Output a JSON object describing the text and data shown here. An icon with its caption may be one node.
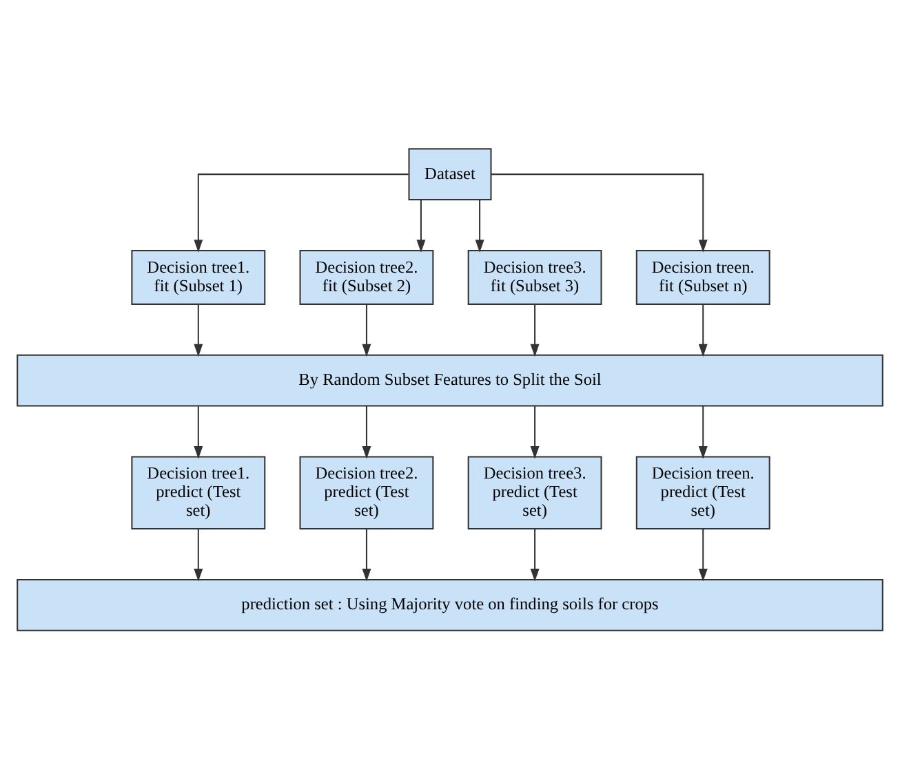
{
  "diagram": {
    "nodes": [
      {
        "text": [
          "Dataset"
        ]
      },
      {
        "text": [
          "Decision tree1. fit (Subset 1)"
        ]
      },
      {
        "text": [
          "Decision tree2. fit (Subset 2)"
        ]
      },
      {
        "text": [
          "Decision tree3. fit (Subset 3)"
        ]
      },
      {
        "text": [
          "Decision treen. fit (Subset n)"
        ]
      },
      {
        "text": [
          "By Random Subset Features to Split the Soil"
        ]
      },
      {
        "text": [
          "Decision tree1. predict (Test set)"
        ]
      },
      {
        "text": [
          "Decision tree2. predict (Test set)"
        ]
      },
      {
        "text": [
          "Decision tree3. predict (Test set)"
        ]
      },
      {
        "text": [
          "Decision treen. predict (Test set)"
        ]
      },
      {
        "text": [
          "prediction set : Using Majority vote on finding soils for crops"
        ]
      }
    ],
    "edges": [
      {
        "from": 0,
        "to": 1,
        "arrow": "to"
      },
      {
        "from": 0,
        "to": 2,
        "arrow": "to"
      },
      {
        "from": 0,
        "to": 3,
        "arrow": "to"
      },
      {
        "from": 0,
        "to": 4,
        "arrow": "to"
      },
      {
        "from": 1,
        "to": 5,
        "arrow": "to"
      },
      {
        "from": 2,
        "to": 5,
        "arrow": "to"
      },
      {
        "from": 3,
        "to": 5,
        "arrow": "to"
      },
      {
        "from": 4,
        "to": 5,
        "arrow": "to"
      },
      {
        "from": 5,
        "to": 6,
        "arrow": "to"
      },
      {
        "from": 5,
        "to": 7,
        "arrow": "to"
      },
      {
        "from": 5,
        "to": 8,
        "arrow": "to"
      },
      {
        "from": 5,
        "to": 9,
        "arrow": "to"
      },
      {
        "from": 6,
        "to": 10,
        "arrow": "to"
      },
      {
        "from": 7,
        "to": 10,
        "arrow": "to"
      },
      {
        "from": 8,
        "to": 10,
        "arrow": "to"
      },
      {
        "from": 9,
        "to": 10,
        "arrow": "to"
      }
    ]
  }
}
